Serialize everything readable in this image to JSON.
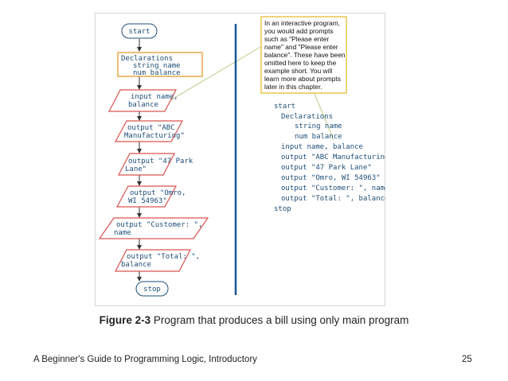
{
  "flowchart": {
    "start": "start",
    "declarations": [
      "Declarations",
      "string name",
      "num balance"
    ],
    "input": [
      "input name,",
      "balance"
    ],
    "outputs": [
      [
        "output \"ABC",
        "Manufacturing\""
      ],
      [
        "output \"47 Park",
        "Lane\""
      ],
      [
        "output \"Omro,",
        "WI 54963\""
      ],
      [
        "output \"Customer: \",",
        "name"
      ],
      [
        "output \"Total: \",",
        "balance"
      ]
    ],
    "stop": "stop"
  },
  "pseudocode": [
    "start",
    "Declarations",
    "string name",
    "num balance",
    "input name, balance",
    "output \"ABC Manufacturing\"",
    "output \"47 Park Lane\"",
    "output \"Omro, WI 54963\"",
    "output \"Customer: \", name",
    "output \"Total: \", balance",
    "stop"
  ],
  "callout": [
    "In an interactive program,",
    "you would add prompts",
    "such as \"Please enter",
    "name\" and \"Please enter",
    "balance\". These have been",
    "omitted here to keep the",
    "example short. You will",
    "learn more about prompts",
    "later in this chapter."
  ],
  "caption": {
    "label": "Figure 2-3",
    "text": "Program that produces a bill using only main program"
  },
  "footer": {
    "left": "A Beginner's Guide to Programming Logic, Introductory",
    "page": "25"
  },
  "colors": {
    "text_blue": "#1f4e78",
    "shape_red": "#d9534f",
    "decl_border": "#e8a33d",
    "divider_blue": "#1a5590",
    "connector_green": "#c7d39a",
    "callout_yellow": "#e8c243"
  }
}
